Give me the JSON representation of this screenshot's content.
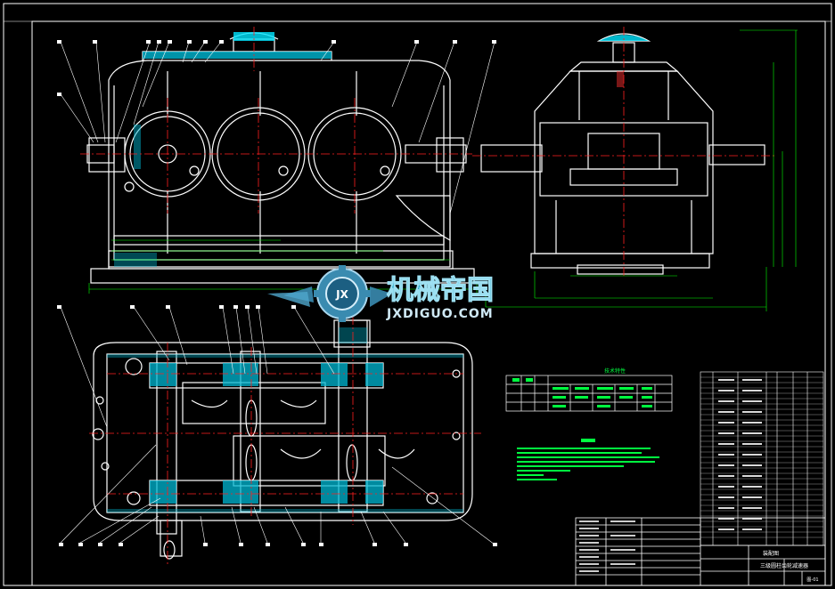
{
  "drawing": {
    "type": "CAD assembly drawing (three-stage gear reducer)",
    "background": "#000000",
    "colors": {
      "outline": "#ffffff",
      "centerline": "#ff2020",
      "hatch": "#00e5ff",
      "dimension": "#00ff00",
      "text_green": "#00ff40",
      "yellow_mark": "#ffff00"
    }
  },
  "watermark": {
    "title": "机械帝国",
    "subtitle": "JXDIGUO.COM",
    "logo_letters": "JX",
    "color_title": "#2aa9c9",
    "color_gear": "#3a8bb0"
  },
  "title_block": {
    "text_1": "装配图",
    "text_2": "三级圆柱齿轮减速器",
    "text_3": "图-01"
  },
  "tech_table": {
    "title": "技术特性"
  }
}
